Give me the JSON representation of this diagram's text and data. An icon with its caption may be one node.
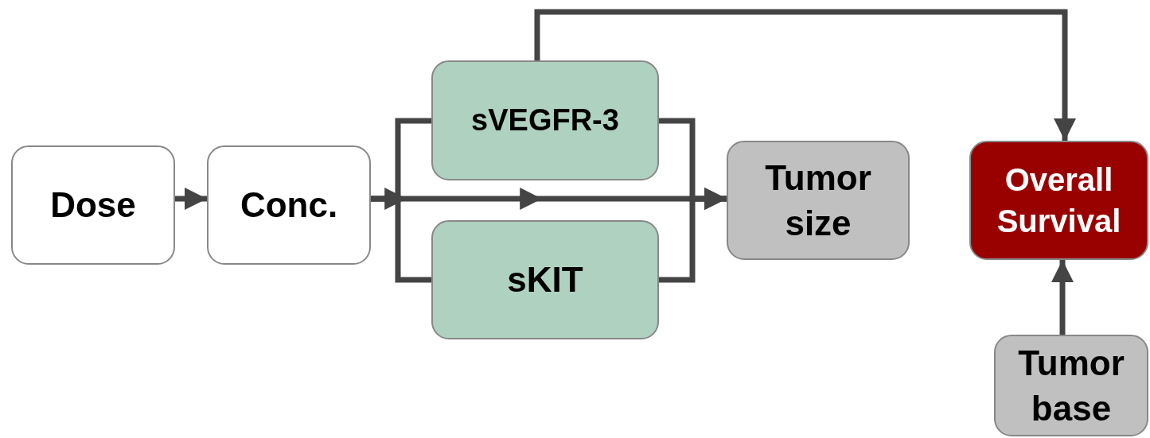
{
  "diagram": {
    "nodes": [
      {
        "text": [
          "Dose"
        ]
      },
      {
        "text": [
          "Conc."
        ]
      },
      {
        "text": [
          "sVEGFR-3"
        ]
      },
      {
        "text": [
          "sKIT"
        ]
      },
      {
        "text": [
          "Tumor size"
        ]
      },
      {
        "text": [
          "Overall Survival"
        ]
      },
      {
        "text": [
          "Tumor base"
        ]
      }
    ],
    "edges": [
      {
        "from": 0,
        "to": 1,
        "arrow": "to"
      },
      {
        "from": 1,
        "to": 4,
        "arrow": "to"
      },
      {
        "from": 1,
        "to": 2,
        "arrow": "none"
      },
      {
        "from": 1,
        "to": 3,
        "arrow": "none"
      },
      {
        "from": 2,
        "to": 4,
        "arrow": "to"
      },
      {
        "from": 3,
        "to": 4,
        "arrow": "to"
      },
      {
        "from": 2,
        "to": 5,
        "arrow": "to"
      },
      {
        "from": 6,
        "to": 5,
        "arrow": "to"
      }
    ]
  }
}
